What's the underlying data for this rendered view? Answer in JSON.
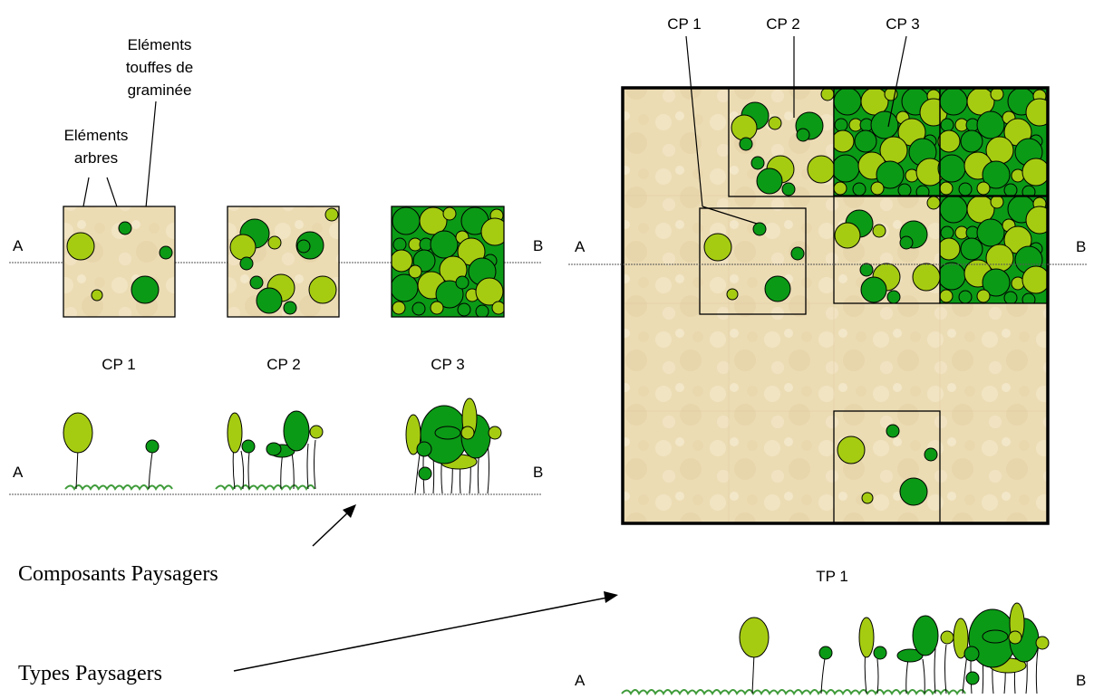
{
  "labels": {
    "elements_grass": [
      "Eléments",
      "touffes de",
      "graminée"
    ],
    "elements_trees": [
      "Eléments",
      "arbres"
    ],
    "point_a": "A",
    "point_b": "B",
    "cp1": "CP 1",
    "cp2": "CP 2",
    "cp3": "CP 3",
    "tp1": "TP 1",
    "composants": "Composants Paysagers",
    "types": "Types Paysagers"
  },
  "colors": {
    "sand": "#ecdcb4",
    "sand_light": "#f3e6c6",
    "tree_dark": "#0b9a16",
    "tree_light": "#a6cc12",
    "outline": "#000000",
    "grass": "#3f9b3a",
    "section_line": "#555555"
  }
}
